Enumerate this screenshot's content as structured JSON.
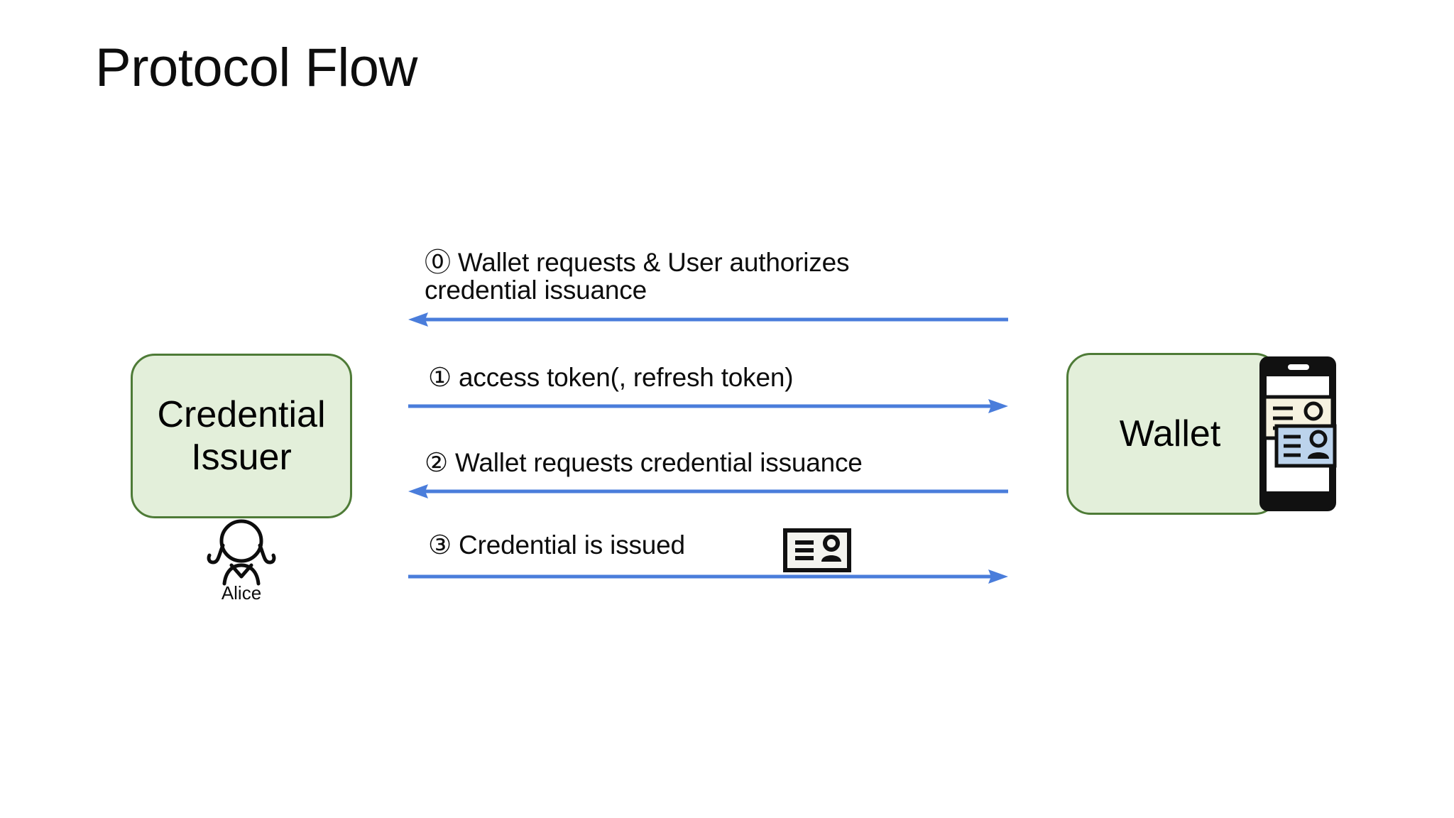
{
  "slide": {
    "title": "Protocol Flow",
    "background_color": "#ffffff"
  },
  "colors": {
    "box_fill": "#e3efda",
    "box_border": "#4e7b37",
    "arrow": "#4a7ddb",
    "text": "#0d0d0d",
    "card_cream": "#f6f2e0",
    "card_blue": "#bcd3ec",
    "phone_body": "#111111"
  },
  "actors": {
    "left": {
      "name": "credential-issuer",
      "label": "Credential\nIssuer",
      "label_line1": "Credential",
      "label_line2": "Issuer"
    },
    "right": {
      "name": "wallet",
      "label": "Wallet"
    }
  },
  "user": {
    "name": "alice",
    "label": "Alice"
  },
  "messages": [
    {
      "index": "0",
      "marker": "⓪",
      "text": "⓪ Wallet requests & User authorizes\ncredential issuance",
      "direction": "right-to-left",
      "arrow_head": "left"
    },
    {
      "index": "1",
      "marker": "①",
      "text": "① access token(, refresh token)",
      "direction": "left-to-right",
      "arrow_head": "right"
    },
    {
      "index": "2",
      "marker": "②",
      "text": "② Wallet requests credential issuance",
      "direction": "right-to-left",
      "arrow_head": "left"
    },
    {
      "index": "3",
      "marker": "③",
      "text": "③ Credential is issued",
      "direction": "left-to-right",
      "arrow_head": "right",
      "icon": "id-card-icon"
    }
  ]
}
